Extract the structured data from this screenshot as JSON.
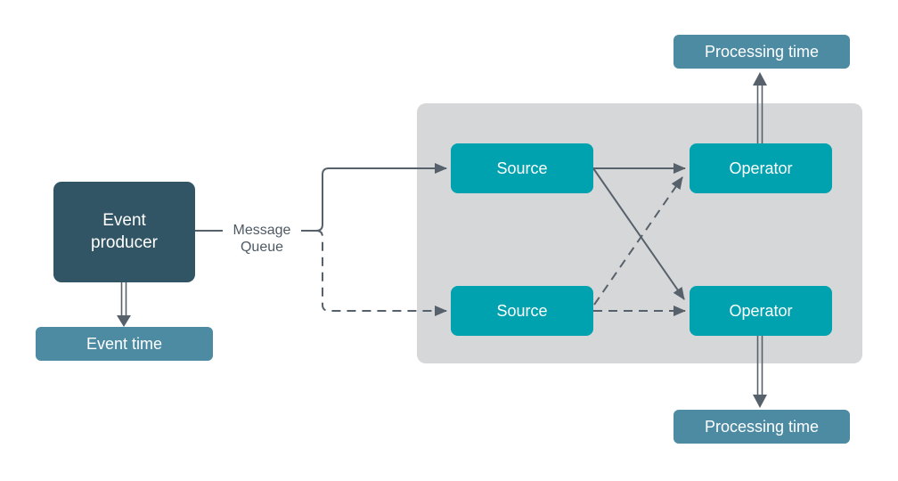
{
  "title": "Event time vs processing time stream diagram",
  "colors": {
    "bg": "#ffffff",
    "container": "#d6d7d9",
    "producer": "#315565",
    "teal": "#00a2af",
    "badge": "#4d8ba3",
    "line": "#57616b",
    "label-text": "#4e5a64",
    "node-text": "#ffffff"
  },
  "nodes": {
    "event_producer": "Event producer",
    "message_queue": "Message Queue",
    "event_time": "Event time",
    "source_top": "Source",
    "source_bottom": "Source",
    "operator_top": "Operator",
    "operator_bottom": "Operator",
    "processing_time_top": "Processing time",
    "processing_time_bottom": "Processing time"
  },
  "edges": [
    {
      "from": "event-producer",
      "to": "event-time",
      "style": "double-line-arrow"
    },
    {
      "from": "event-producer",
      "to": "source-top",
      "via": "message-queue",
      "style": "solid-arrow"
    },
    {
      "from": "event-producer",
      "to": "source-bottom",
      "via": "message-queue",
      "style": "dashed-arrow"
    },
    {
      "from": "source-top",
      "to": "operator-top",
      "style": "solid-arrow"
    },
    {
      "from": "source-top",
      "to": "operator-bottom",
      "style": "solid-arrow"
    },
    {
      "from": "source-bottom",
      "to": "operator-top",
      "style": "dashed-arrow"
    },
    {
      "from": "source-bottom",
      "to": "operator-bottom",
      "style": "dashed-arrow"
    },
    {
      "from": "operator-top",
      "to": "processing-time-top",
      "style": "double-line-arrow"
    },
    {
      "from": "operator-bottom",
      "to": "processing-time-bottom",
      "style": "double-line-arrow"
    }
  ]
}
